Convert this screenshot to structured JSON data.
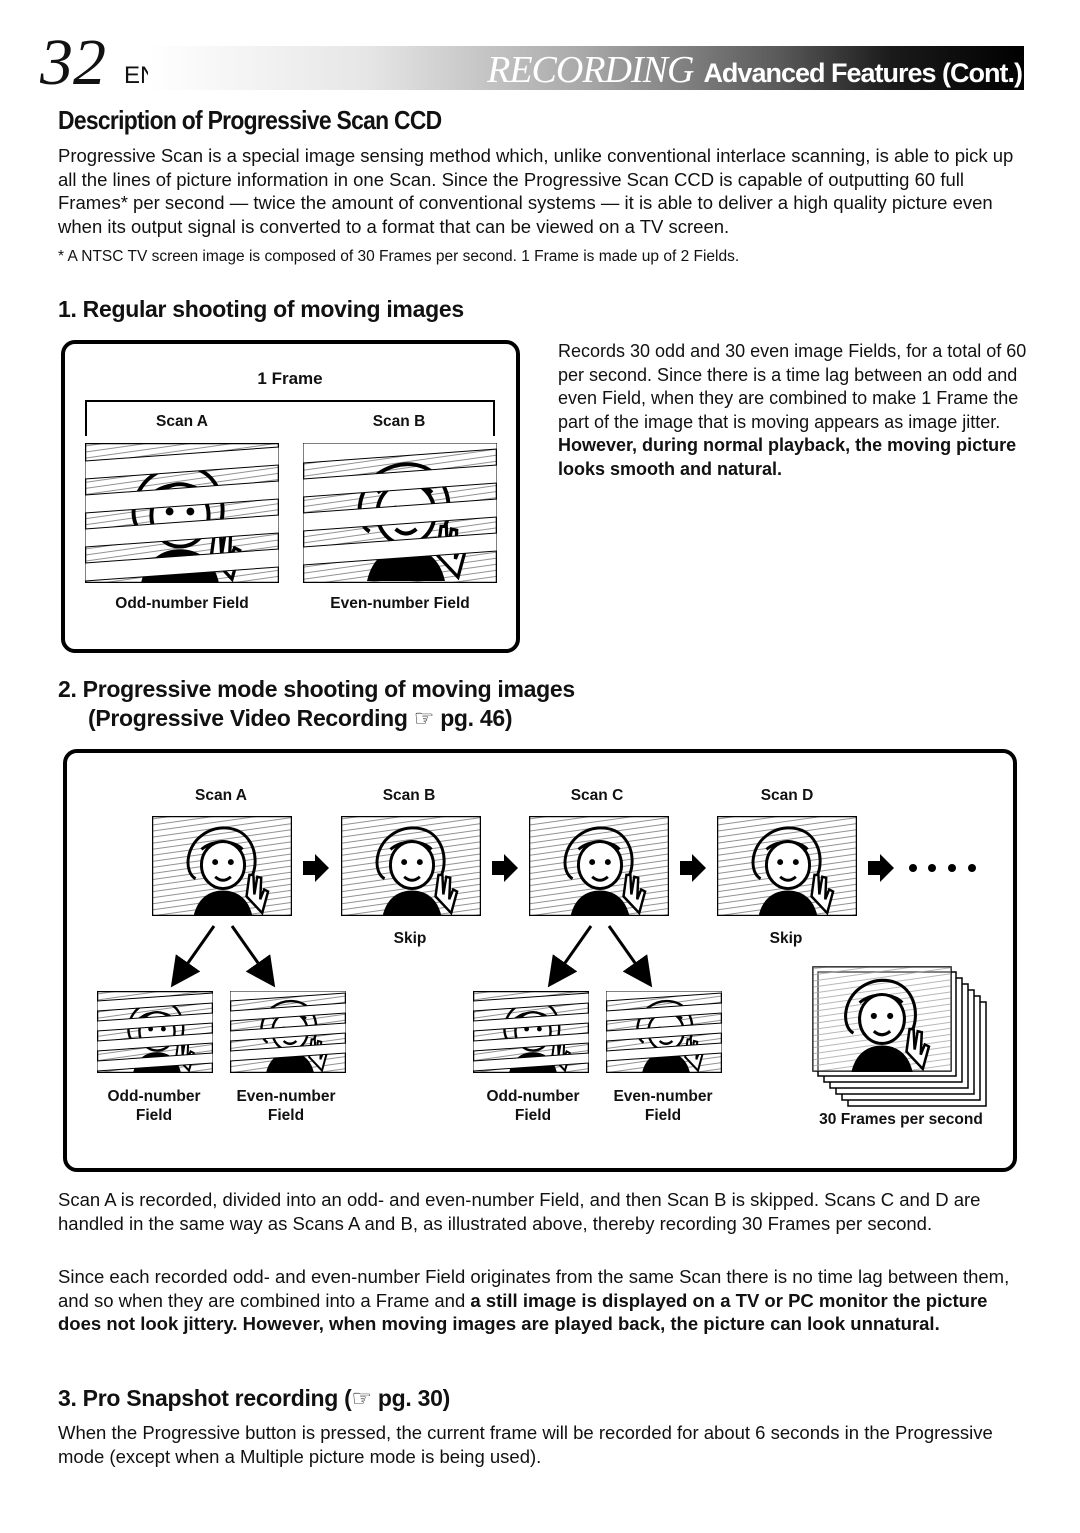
{
  "header": {
    "page_number": "32",
    "lang": "EN",
    "section": "RECORDING",
    "subsection": "Advanced Features (Cont.)"
  },
  "title": "Description of Progressive Scan CCD",
  "intro": "Progressive Scan is a special image sensing method which, unlike conventional interlace scanning, is able to pick up all the lines of picture information in one Scan.  Since the Progressive Scan CCD is capable of outputting 60 full Frames* per second — twice the amount of conventional systems — it is able to deliver a high quality picture even when its output signal is converted to a format that can be viewed on a TV screen.",
  "footnote": "* A NTSC TV screen image is composed of 30 Frames per second. 1 Frame is made up of 2 Fields.",
  "section1": {
    "heading": "1. Regular shooting of moving images",
    "frame_label": "1 Frame",
    "scan_a": "Scan A",
    "scan_b": "Scan B",
    "odd_label": "Odd-number Field",
    "even_label": "Even-number Field",
    "text_normal": "Records 30 odd and 30 even image Fields, for a total of 60 per second.  Since there is a time lag between an odd and even Field, when they are combined to make 1 Frame the part of the image that is moving appears as image jitter.",
    "text_bold": "However, during normal playback, the moving picture looks smooth and natural."
  },
  "section2": {
    "heading_line1": "2. Progressive mode shooting of moving images",
    "heading_line2_pre": "(Progressive Video Recording",
    "ref_icon": "☞",
    "heading_line2_post": "pg. 46)",
    "scans": [
      "Scan A",
      "Scan B",
      "Scan C",
      "Scan D"
    ],
    "skip": "Skip",
    "odd_line1": "Odd-number",
    "even_line1": "Even-number",
    "field": "Field",
    "frames_label": "30 Frames per second",
    "para1": "Scan A is recorded, divided into an odd- and even-number Field, and then Scan B is skipped.  Scans C and D are handled in the same way as Scans A and B, as illustrated above, thereby recording 30 Frames per second.",
    "para2_normal": "Since each recorded odd- and even-number Field originates from the same Scan there is no time lag between them, and so when they are combined into a Frame and",
    "para2_bold": "a still image is displayed on a TV or PC monitor the picture does not look jittery.  However, when moving images are played back, the picture can look unnatural."
  },
  "section3": {
    "heading_pre": "3. Pro Snapshot recording (",
    "ref_icon": "☞",
    "heading_post": "pg. 30)",
    "text": "When the Progressive button is pressed, the current frame will be recorded for about 6 seconds in the Progressive mode (except when a Multiple picture mode is being used)."
  }
}
